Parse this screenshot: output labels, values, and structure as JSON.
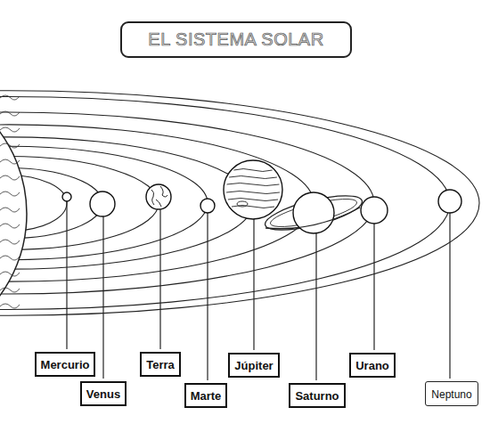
{
  "diagram": {
    "title": "EL SISTEMA SOLAR",
    "nodes": [
      {
        "text": [
          "Mercurio"
        ]
      },
      {
        "text": [
          "Venus"
        ]
      },
      {
        "text": [
          "Terra"
        ]
      },
      {
        "text": [
          "Marte"
        ]
      },
      {
        "text": [
          "Júpiter"
        ]
      },
      {
        "text": [
          "Saturno"
        ]
      },
      {
        "text": [
          "Urano"
        ]
      },
      {
        "text": [
          "Neptuno"
        ]
      }
    ]
  }
}
